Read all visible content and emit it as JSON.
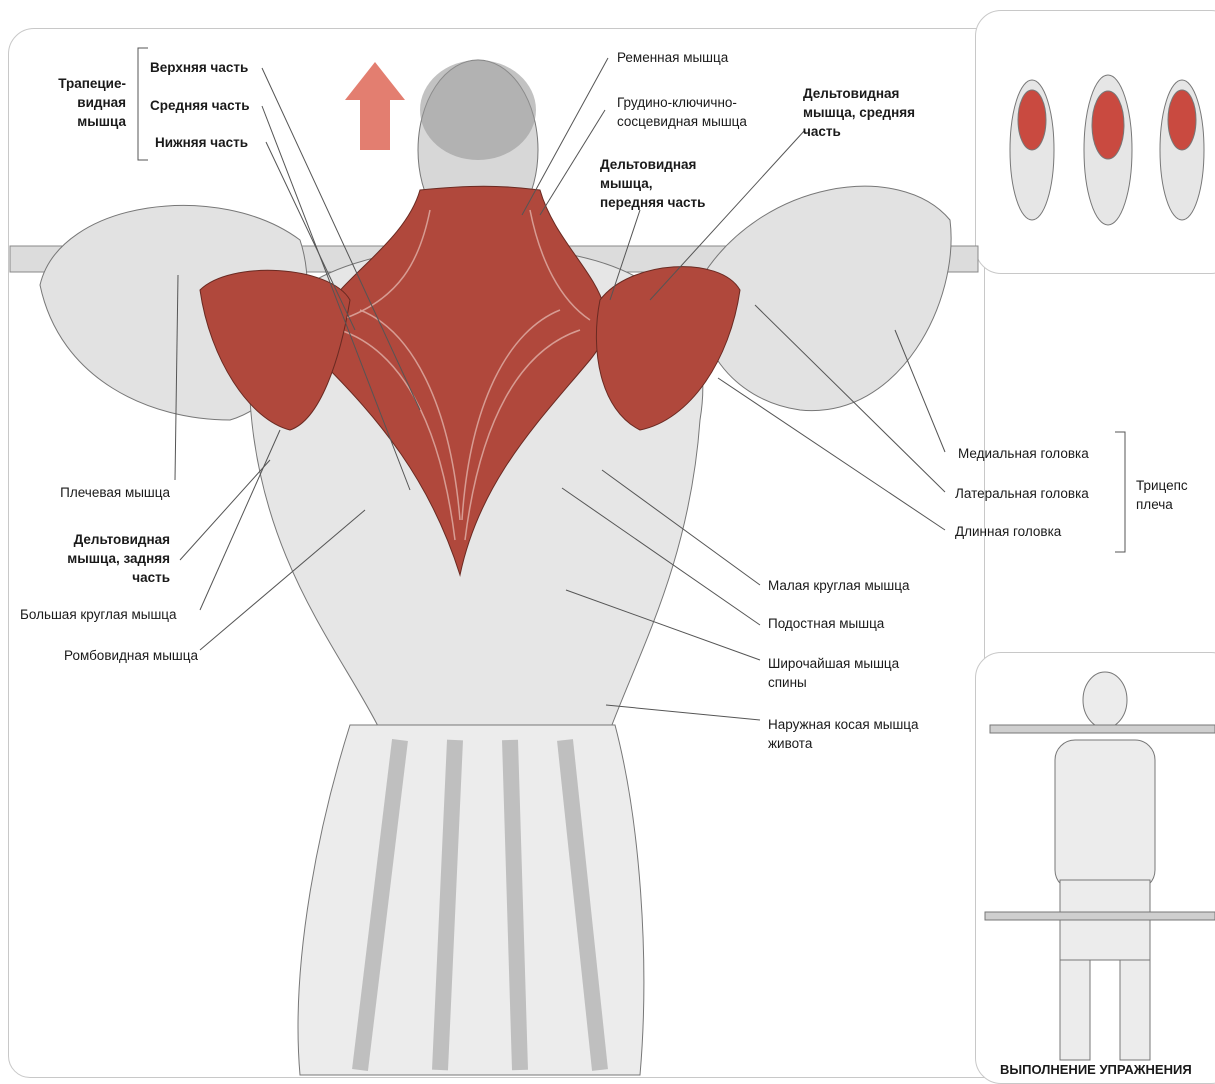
{
  "labels": {
    "trap_group": "Трапецие-\nвидная\nмышца",
    "trap_upper": "Верхняя часть",
    "trap_middle": "Средняя часть",
    "trap_lower": "Нижняя часть",
    "splenius": "Ременная мышца",
    "sternocleido": "Грудино-ключично-\nсосцевидная мышца",
    "delt_front": "Дельтовидная\nмышца,\nпередняя часть",
    "delt_middle": "Дельтовидная\nмышца, средняя\nчасть",
    "brachialis": "Плечевая мышца",
    "delt_rear": "Дельтовидная\nмышца, задняя\nчасть",
    "teres_major": "Большая круглая мышца",
    "rhomboid": "Ромбовидная мышца",
    "triceps_medial": "Медиальная головка",
    "triceps_lateral": "Латеральная головка",
    "triceps_long": "Длинная головка",
    "triceps_group": "Трицепс\nплеча",
    "teres_minor": "Малая круглая мышца",
    "infraspinatus": "Подостная мышца",
    "latissimus": "Широчайшая мышца\nспины",
    "external_oblique": "Наружная косая мышца\nживота",
    "exercise_caption": "ВЫПОЛНЕНИЕ УПРАЖНЕНИЯ"
  },
  "colors": {
    "muscle_red": "#b0483c",
    "arrow_red": "#e07060",
    "skin_gray": "#e8e8e8",
    "outline": "#8a8a8a"
  }
}
